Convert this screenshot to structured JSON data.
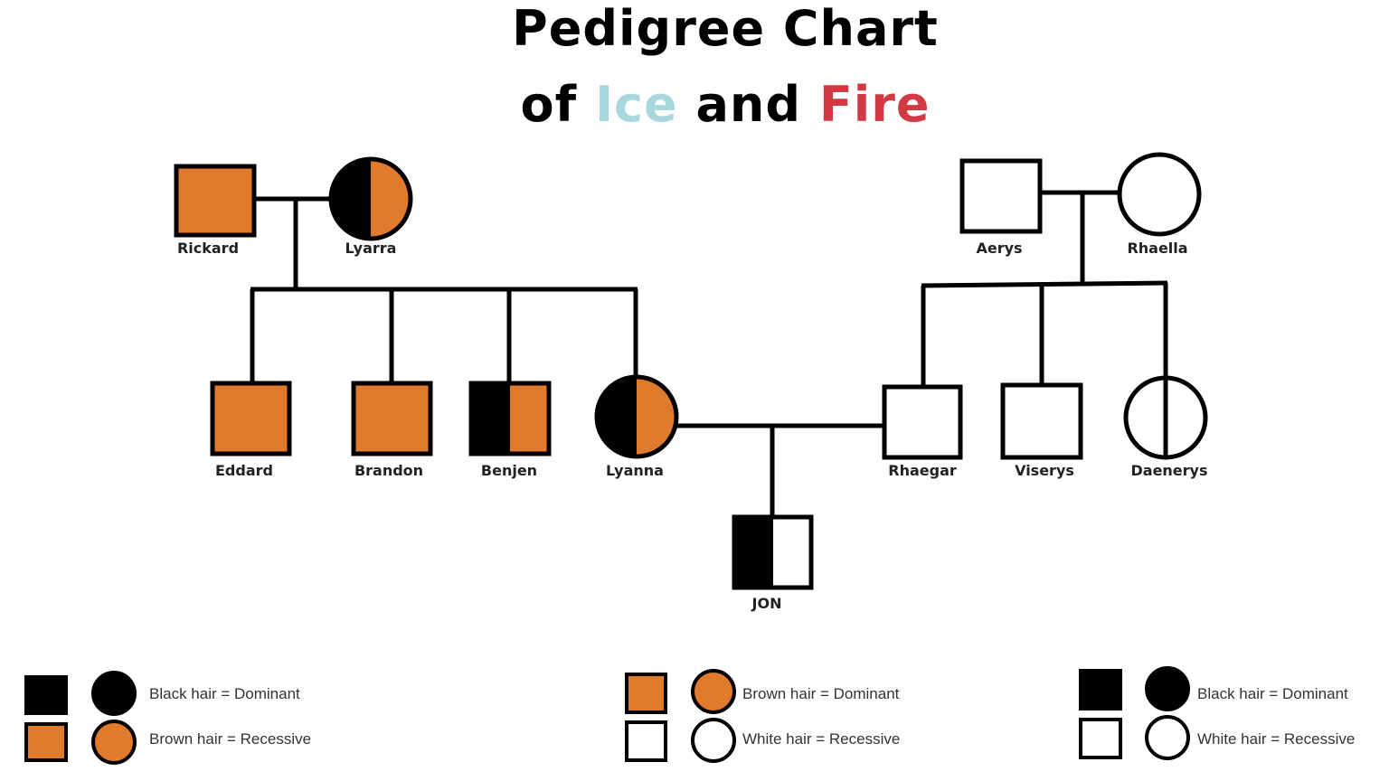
{
  "title": {
    "line1": "Pedigree Chart",
    "line2_prefix": "of ",
    "line2_ice": "Ice",
    "line2_middle": " and ",
    "line2_fire": "Fire"
  },
  "colors": {
    "orange": "#e07a2c",
    "black": "#000000",
    "white": "#ffffff",
    "ice": "#a8d8de",
    "fire": "#d23a43"
  },
  "people": {
    "rickard": "Rickard",
    "lyarra": "Lyarra",
    "aerys": "Aerys",
    "rhaella": "Rhaella",
    "eddard": "Eddard",
    "brandon": "Brandon",
    "benjen": "Benjen",
    "lyanna": "Lyanna",
    "rhaegar": "Rhaegar",
    "viserys": "Viserys",
    "daenerys": "Daenerys",
    "jon": "JON"
  },
  "legend": [
    {
      "top": "Black hair = Dominant",
      "bottom": "Brown hair = Recessive"
    },
    {
      "top": "Brown hair = Dominant",
      "bottom": "White hair = Recessive"
    },
    {
      "top": "Black hair = Dominant",
      "bottom": "White hair = Recessive"
    }
  ]
}
